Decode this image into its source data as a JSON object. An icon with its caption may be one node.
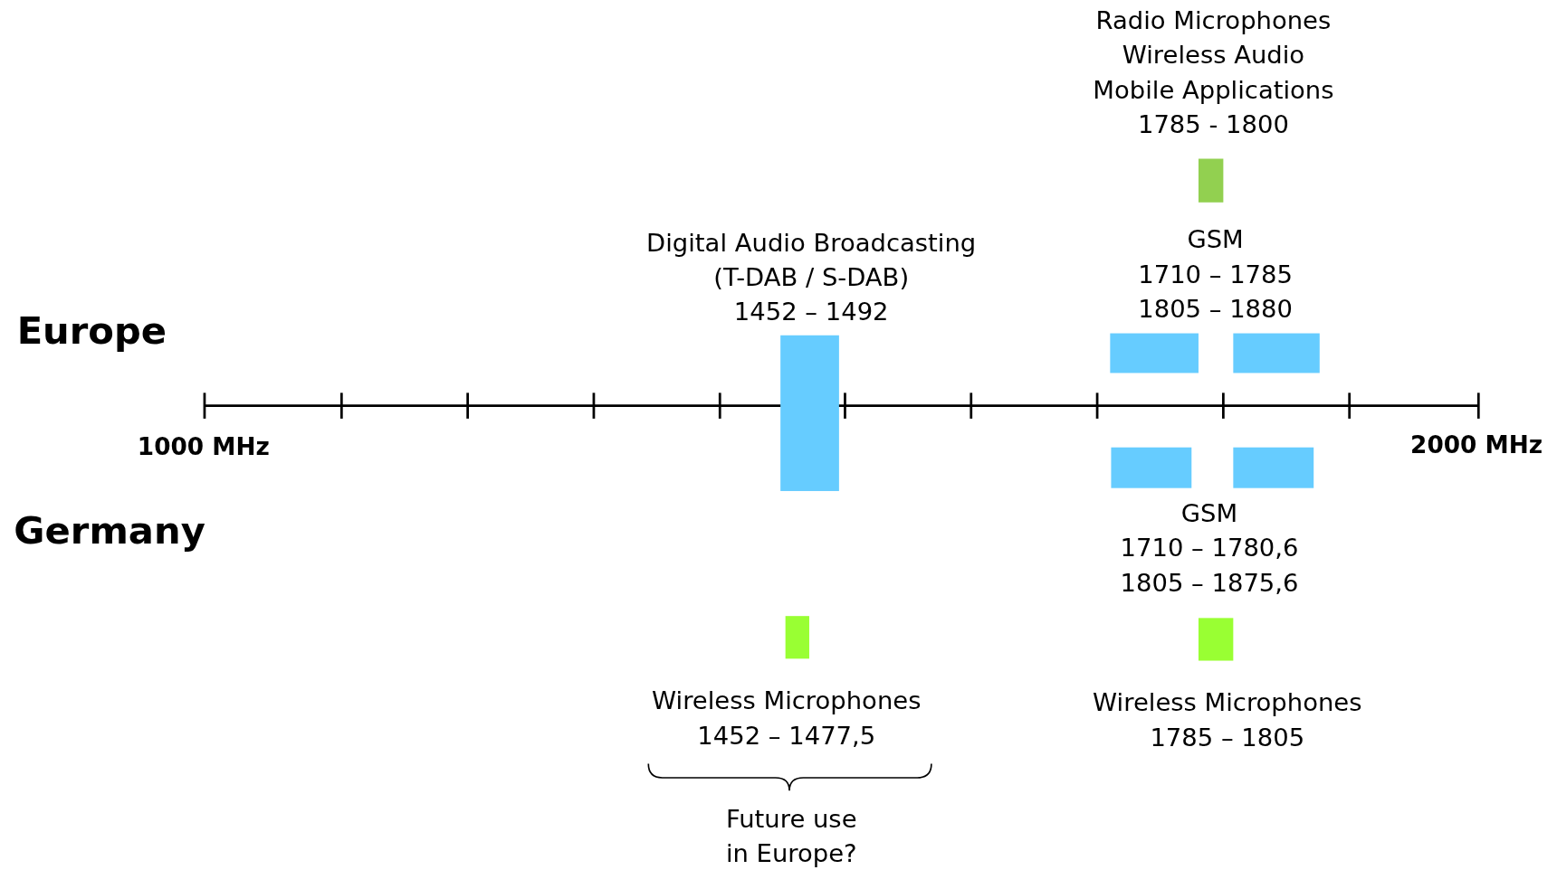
{
  "diagram": {
    "nodes": [
      {
        "text": [],
        "shape": "bar"
      },
      {
        "text": [],
        "shape": "bar"
      },
      {
        "text": [],
        "shape": "bar"
      },
      {
        "text": [],
        "shape": "bar"
      },
      {
        "text": [],
        "shape": "bar"
      },
      {
        "text": [],
        "shape": "bar"
      },
      {
        "text": [],
        "shape": "bar"
      },
      {
        "text": [],
        "shape": "bar"
      }
    ],
    "labels": [
      "Radio Microphones",
      "Wireless Audio",
      "Mobile Applications",
      "1785 - 1800",
      "Digital Audio Broadcasting",
      "(T-DAB / S-DAB)",
      "1452 – 1492",
      "GSM",
      "1710 – 1785",
      "1805 – 1880",
      "Europe",
      "1000 MHz",
      "2000 MHz",
      "Germany",
      "GSM",
      "1710 – 1780,6",
      "1805 – 1875,6",
      "Wireless Microphones",
      "1452 – 1477,5",
      "Wireless Microphones",
      "1785 – 1805",
      "Future use",
      "in Europe?"
    ]
  }
}
